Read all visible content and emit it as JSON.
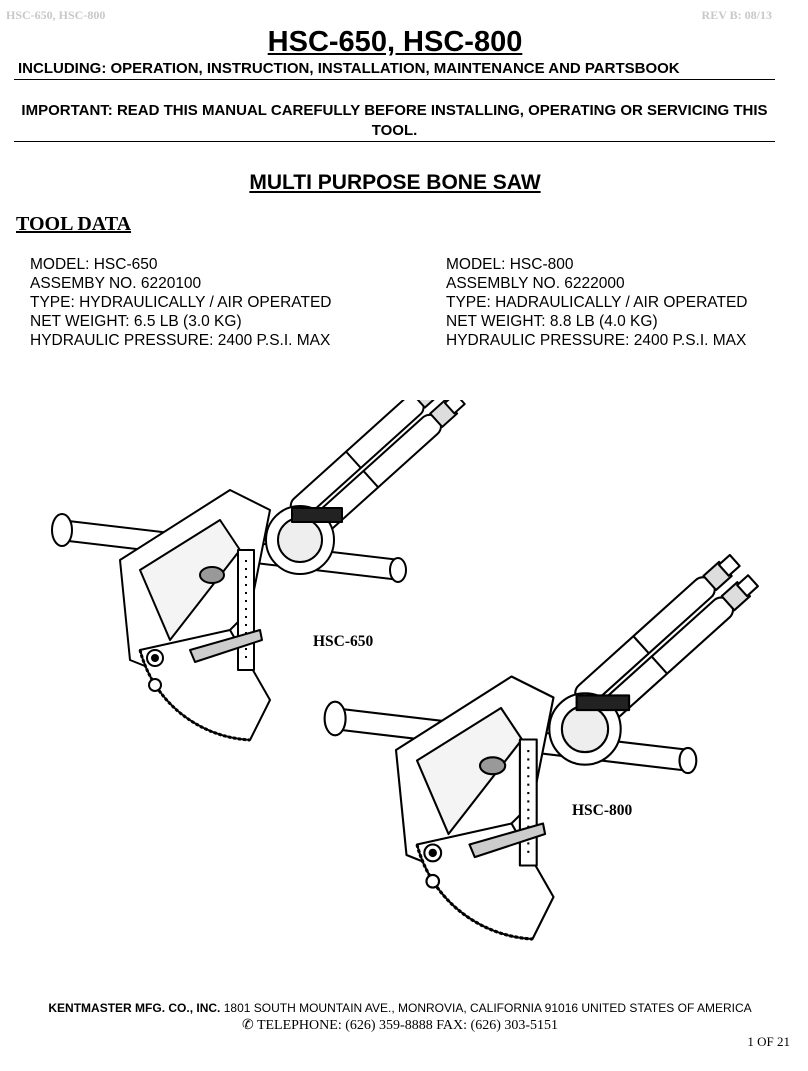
{
  "header": {
    "left": "HSC-650, HSC-800",
    "right": "REV B: 08/13"
  },
  "title": "HSC-650, HSC-800",
  "subtitle": "INCLUDING: OPERATION, INSTRUCTION, INSTALLATION, MAINTENANCE AND PARTSBOOK",
  "important": "IMPORTANT: READ THIS MANUAL CAREFULLY BEFORE INSTALLING, OPERATING OR SERVICING THIS TOOL.",
  "section_title": "MULTI PURPOSE BONE SAW",
  "tool_data_heading": "TOOL DATA",
  "models": [
    {
      "model": "MODEL: HSC-650",
      "assembly": "ASSEMBY NO. 6220100",
      "type": "TYPE: HYDRAULICALLY / AIR OPERATED",
      "weight": "NET WEIGHT: 6.5 LB (3.0 KG)",
      "pressure": "HYDRAULIC PRESSURE: 2400 P.S.I. MAX"
    },
    {
      "model": "MODEL: HSC-800",
      "assembly": "ASSEMBLY NO. 6222000",
      "type": "TYPE: HADRAULICALLY / AIR OPERATED",
      "weight": "NET WEIGHT: 8.8 LB (4.0 KG)",
      "pressure": "HYDRAULIC PRESSURE: 2400 P.S.I. MAX"
    }
  ],
  "illustration_labels": {
    "hsc650": "HSC-650",
    "hsc800": "HSC-800"
  },
  "footer": {
    "company": "KENTMASTER MFG. CO., INC.",
    "address": "1801 SOUTH MOUNTAIN AVE., MONROVIA, CALIFORNIA   91016 UNITED STATES OF AMERICA",
    "phone_symbol": "✆",
    "phone": "TELEPHONE: (626) 359-8888   FAX: (626) 303-5151",
    "page": "1 OF 21"
  }
}
